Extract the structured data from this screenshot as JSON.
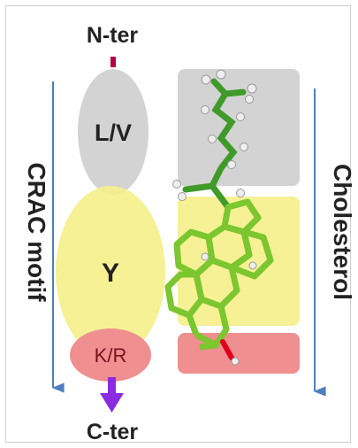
{
  "labels": {
    "n_terminus": "N-ter",
    "c_terminus": "C-ter",
    "left_motif": "CRAC motif",
    "right_molecule": "Cholesterol",
    "residue_top": "L/V",
    "residue_mid": "Y",
    "residue_bottom": "K/R"
  },
  "colors": {
    "grey_region": "#d3d3d3",
    "yellow_region": "#f5ef8a",
    "pink_region": "#ef8f8f",
    "purple_arrow": "#8a2be2",
    "blue_arrow": "#4f7fbf",
    "carbon_green": "#6fbf2a",
    "hydrogen_white": "#eeeeee",
    "oxygen_red": "#e0001a"
  }
}
